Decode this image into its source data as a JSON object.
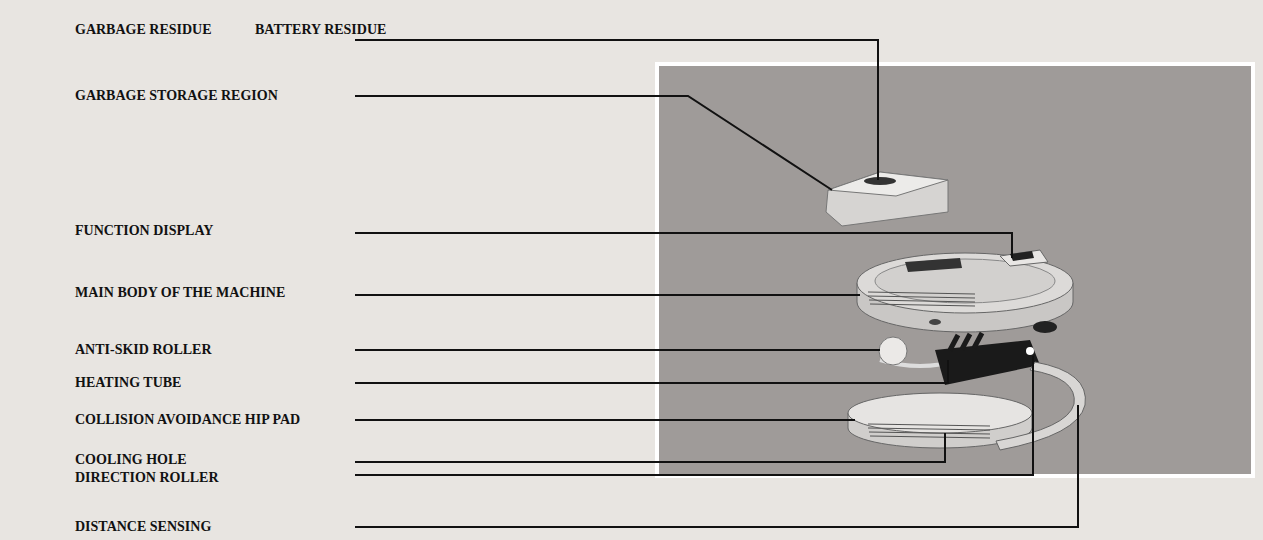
{
  "diagram": {
    "labels": [
      "GARBAGE RESIDUE",
      "BATTERY RESIDUE",
      "GARBAGE STORAGE REGION",
      "FUNCTION DISPLAY",
      "MAIN BODY OF THE MACHINE",
      "ANTI-SKID ROLLER",
      "HEATING TUBE",
      "COLLISION AVOIDANCE HIP PAD",
      "COOLING HOLE",
      "DIRECTION ROLLER",
      "DISTANCE SENSING"
    ]
  }
}
